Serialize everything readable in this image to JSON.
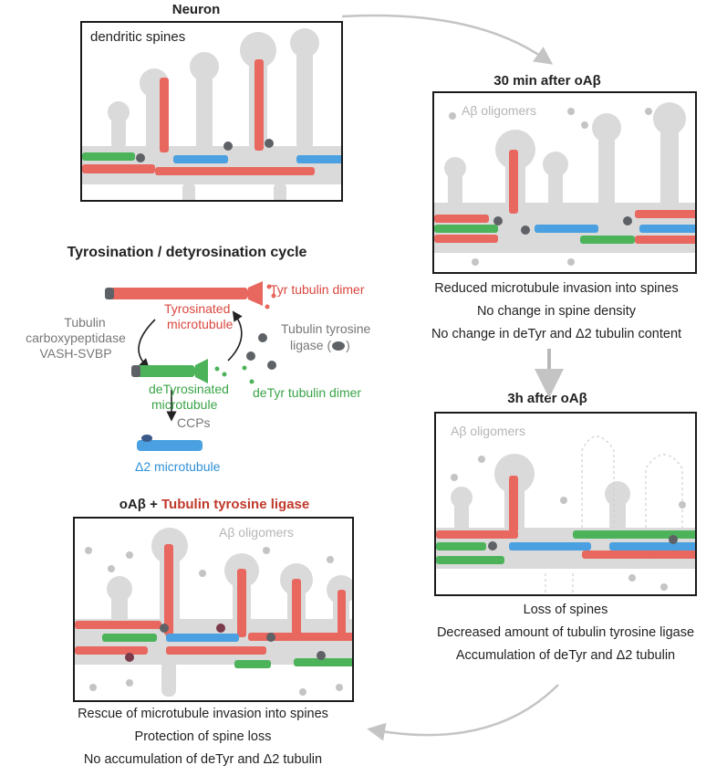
{
  "panels": {
    "neuron": {
      "title": "Neuron",
      "label": "dendritic spines"
    },
    "min30": {
      "title": "30 min after oAβ",
      "label": "Aβ oligomers",
      "captions": [
        "Reduced microtubule invasion into spines",
        "No change in spine density",
        "No change in deTyr and Δ2 tubulin content"
      ]
    },
    "h3": {
      "title": "3h after oAβ",
      "label": "Aβ oligomers",
      "captions": [
        "Loss of spines",
        "Decreased amount of tubulin tyrosine ligase",
        "Accumulation of deTyr and Δ2 tubulin"
      ]
    },
    "rescue": {
      "title_prefix": "oAβ + ",
      "title_highlight": "Tubulin tyrosine ligase",
      "label": "Aβ oligomers",
      "captions": [
        "Rescue of  microtubule invasion into spines",
        "Protection of spine loss",
        "No accumulation of deTyr and Δ2 tubulin"
      ]
    }
  },
  "cycle": {
    "title": "Tyrosination / detyrosination cycle",
    "tyr_dimer": "Tyr tubulin dimer",
    "tyr_mt_1": "Tyrosinated",
    "tyr_mt_2": "microtubule",
    "carboxy_1": "Tubulin",
    "carboxy_2": "carboxypeptidase",
    "carboxy_3": "VASH-SVBP",
    "ligase_1": "Tubulin tyrosine",
    "ligase_2": "ligase (",
    "ligase_3": ")",
    "detyr_mt_1": "deTyrosinated",
    "detyr_mt_2": "microtubule",
    "detyr_dimer": "deTyr tubulin dimer",
    "ccps": "CCPs",
    "delta2": "Δ2 microtubule"
  },
  "colors": {
    "tyr": "#e8675e",
    "detyr": "#4cb35a",
    "delta2": "#4aa0e0",
    "neuron": "#d9d9d9",
    "ligase": "#5e6166",
    "oligomer": "#c4c4c4",
    "arrow": "#c4c4c4"
  }
}
